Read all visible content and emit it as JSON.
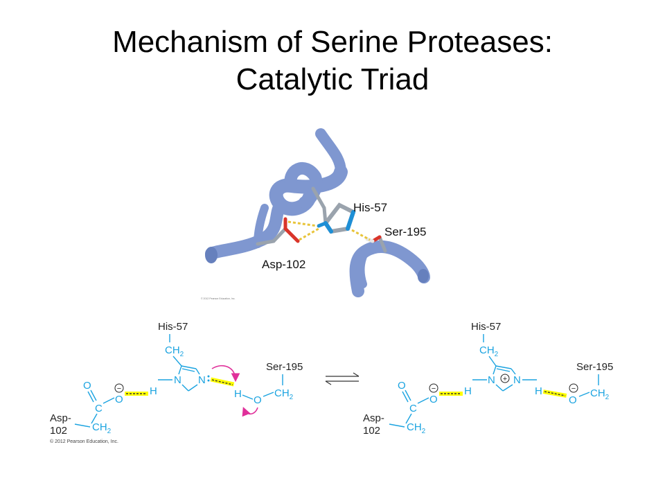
{
  "slide": {
    "title_line1": "Mechanism of Serine Proteases:",
    "title_line2": "Catalytic Triad"
  },
  "structure_3d": {
    "labels": {
      "his": "His-57",
      "ser": "Ser-195",
      "asp": "Asp-102"
    },
    "copyright": "© 2012 Pearson Education, Inc."
  },
  "scheme_left": {
    "his": "His-57",
    "ch2_his": "CH",
    "sub2": "2",
    "ser": "Ser-195",
    "ch2_ser": "CH",
    "asp": "Asp-",
    "asp_num": "102",
    "ch2_asp": "CH",
    "atoms": {
      "O": "O",
      "C": "C",
      "N": "N",
      "H": "H"
    },
    "minus": "−",
    "copyright": "© 2012 Pearson Education, Inc."
  },
  "scheme_right": {
    "his": "His-57",
    "ch2_his": "CH",
    "sub2": "2",
    "ser": "Ser-195",
    "ch2_ser": "CH",
    "asp": "Asp-",
    "asp_num": "102",
    "ch2_asp": "CH",
    "plus": "+",
    "minus": "−"
  },
  "colors": {
    "ribbon": "#7f97d0",
    "ribbon_dark": "#6680bd",
    "stick": "#9aa3ad",
    "nitrogen": "#1e8fd6",
    "oxygen": "#d9352a",
    "hbond_3d": "#e8c43a",
    "chem_blue": "#1aa3e0",
    "hbond": "#ffff00",
    "arrow": "#e0309a"
  }
}
